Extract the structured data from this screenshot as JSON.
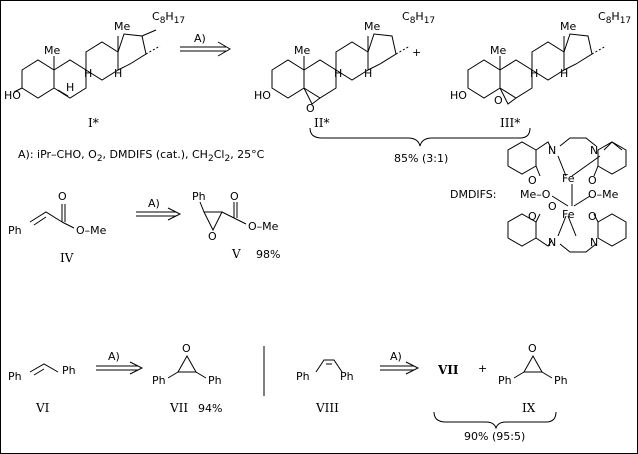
{
  "labels": {
    "I": "I*",
    "II": "II*",
    "III": "III*",
    "IV": "IV",
    "V": "V",
    "V_yield": "98%",
    "VI": "VI",
    "VII": "VII",
    "VII_yield": "94%",
    "VIII": "VIII",
    "VII_bold": "VII",
    "IX": "IX",
    "plus1": "+",
    "plus2": "+"
  },
  "arrow_label": "A)",
  "conditions": {
    "prefix": "A): iPr–CHO, O",
    "o2_sub": "2",
    "middle": ", DMDIFS (cat.), CH",
    "ch2_sub": "2",
    "cl": "Cl",
    "cl2_sub": "2",
    "temp": ", 25°C"
  },
  "yields": {
    "steroid": "85% (3:1)",
    "stilbene": "90% (95:5)"
  },
  "catalyst": {
    "name": "DMDIFS:",
    "fe": "Fe",
    "meo_left": "Me–O",
    "ome_right": "O–Me",
    "o": "O",
    "n": "N"
  },
  "atoms": {
    "ho": "HO",
    "me": "Me",
    "h": "H",
    "c8h17": "C",
    "c8_sub": "8",
    "h17": "H",
    "h17_sub": "17",
    "ph": "Ph",
    "o": "O",
    "ester_ome": "O–Me"
  }
}
